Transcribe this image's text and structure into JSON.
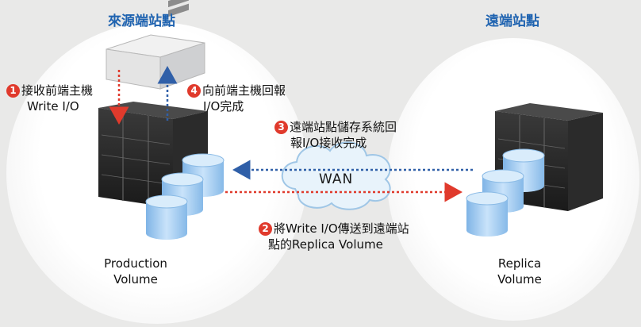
{
  "source_site": {
    "title": "來源端站點",
    "volume_label_line1": "Production",
    "volume_label_line2": "Volume"
  },
  "remote_site": {
    "title": "遠端站點",
    "volume_label_line1": "Replica",
    "volume_label_line2": "Volume"
  },
  "network": {
    "label": "WAN"
  },
  "steps": [
    {
      "number": "1",
      "line1": "接收前端主機",
      "line2": "Write I/O"
    },
    {
      "number": "2",
      "line1": "將Write I/O傳送到遠端站",
      "line2": "點的Replica Volume"
    },
    {
      "number": "3",
      "line1": "遠端站點儲存系統回",
      "line2": "報I/O接收完成"
    },
    {
      "number": "4",
      "line1": "向前端主機回報",
      "line2": "I/O完成"
    }
  ],
  "colors": {
    "title_blue": "#1f63b0",
    "red_arrow": "#e03a2c",
    "blue_arrow": "#2f5fa8",
    "disk_blue": "#9cc8f0"
  }
}
